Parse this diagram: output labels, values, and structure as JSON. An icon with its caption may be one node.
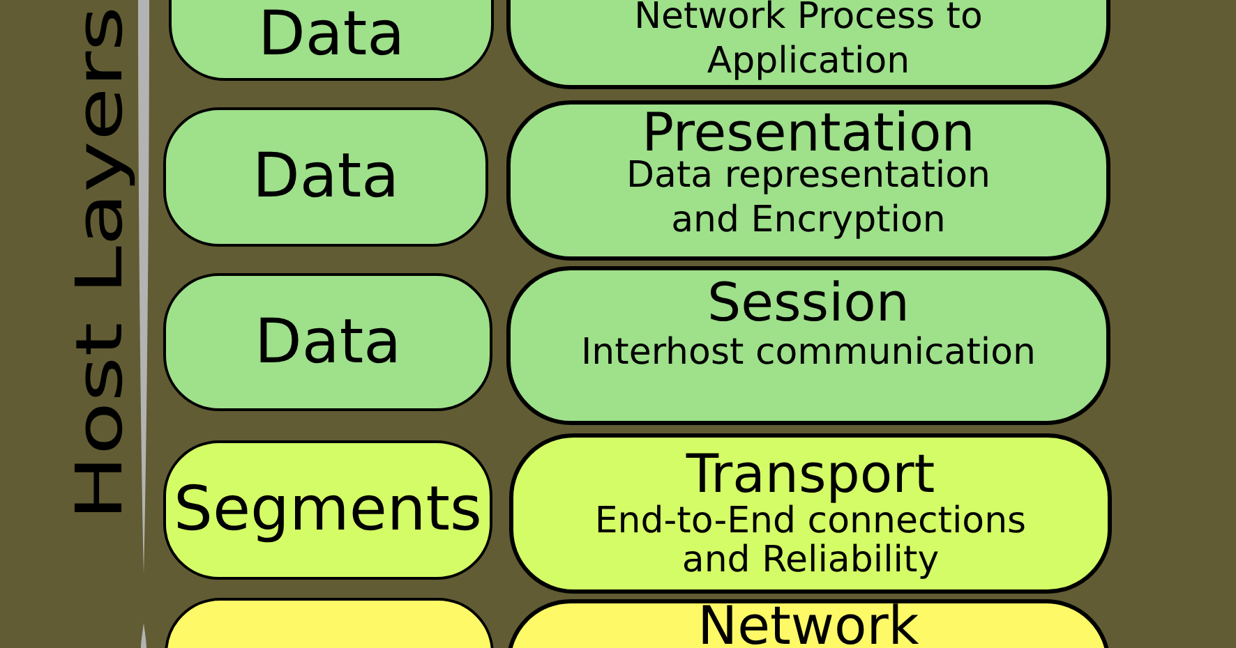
{
  "diagram": {
    "nodes": [
      {
        "text": [
          "Data"
        ]
      },
      {
        "text": [
          "Network Process to Application"
        ]
      },
      {
        "text": [
          "Data"
        ]
      },
      {
        "text": [
          "Presentation",
          "Data representation and Encryption"
        ]
      },
      {
        "text": [
          "Data"
        ]
      },
      {
        "text": [
          "Session",
          "Interhost communication"
        ]
      },
      {
        "text": [
          "Segments"
        ]
      },
      {
        "text": [
          "Transport",
          "End-to-End connections and Reliability"
        ]
      },
      {
        "text": [],
        "shape": "box"
      },
      {
        "text": [
          "Network"
        ]
      }
    ],
    "labels": [
      "Host Layers"
    ]
  }
}
